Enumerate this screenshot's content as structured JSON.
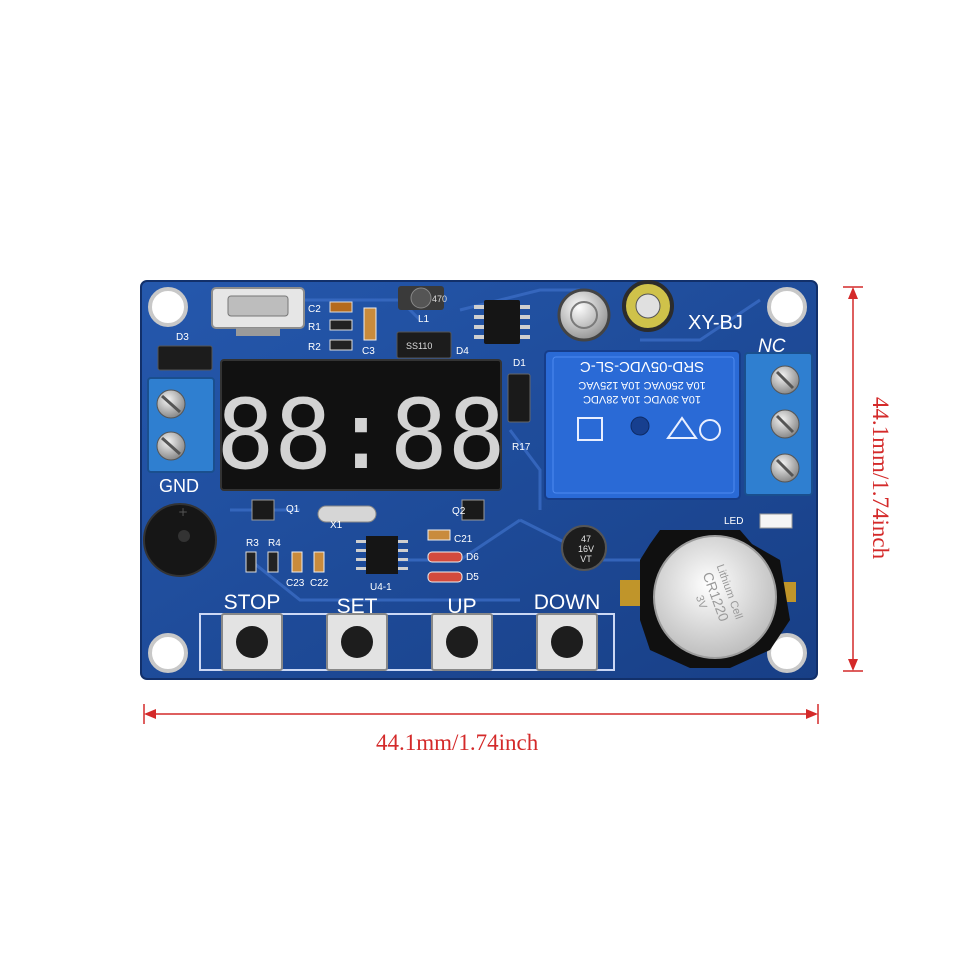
{
  "board": {
    "model_label": "XY-BJ",
    "nc_label": "NC",
    "gnd_label": "GND",
    "led_label": "LED",
    "display_digits": "88:88",
    "buttons": [
      "STOP",
      "SET",
      "UP",
      "DOWN"
    ],
    "relay_lines": [
      "SRD-05VDC-SL-C",
      "10A 250VAC  10A 125VAC",
      "10A 30VDC  10A 28VDC"
    ],
    "cap_marking": [
      "47",
      "16V",
      "VT"
    ],
    "battery_marking": [
      "Lithium Cell",
      "CR1220",
      "3V"
    ],
    "designators": {
      "c2": "C2",
      "r1": "R1",
      "r2": "R2",
      "c3": "C3",
      "l1": "L1",
      "d3": "D3",
      "d4": "D4",
      "d1": "D1",
      "r17": "R17",
      "q1": "Q1",
      "q2": "Q2",
      "x1": "X1",
      "r3": "R3",
      "r4": "R4",
      "c23": "C23",
      "c22": "C22",
      "c21": "C21",
      "d6": "D6",
      "d5": "D5",
      "u41": "U4-1"
    },
    "inductor_marking": "470",
    "diode_marking": "SS110"
  },
  "dimensions": {
    "width_label": "44.1mm/1.74inch",
    "height_label": "44.1mm/1.74inch"
  },
  "colors": {
    "pcb": "#1f4f9e",
    "terminal": "#2f7fd0",
    "relay": "#2a6ad6",
    "annotation": "#d42a2a",
    "display_segment": "#e8e8e8"
  }
}
